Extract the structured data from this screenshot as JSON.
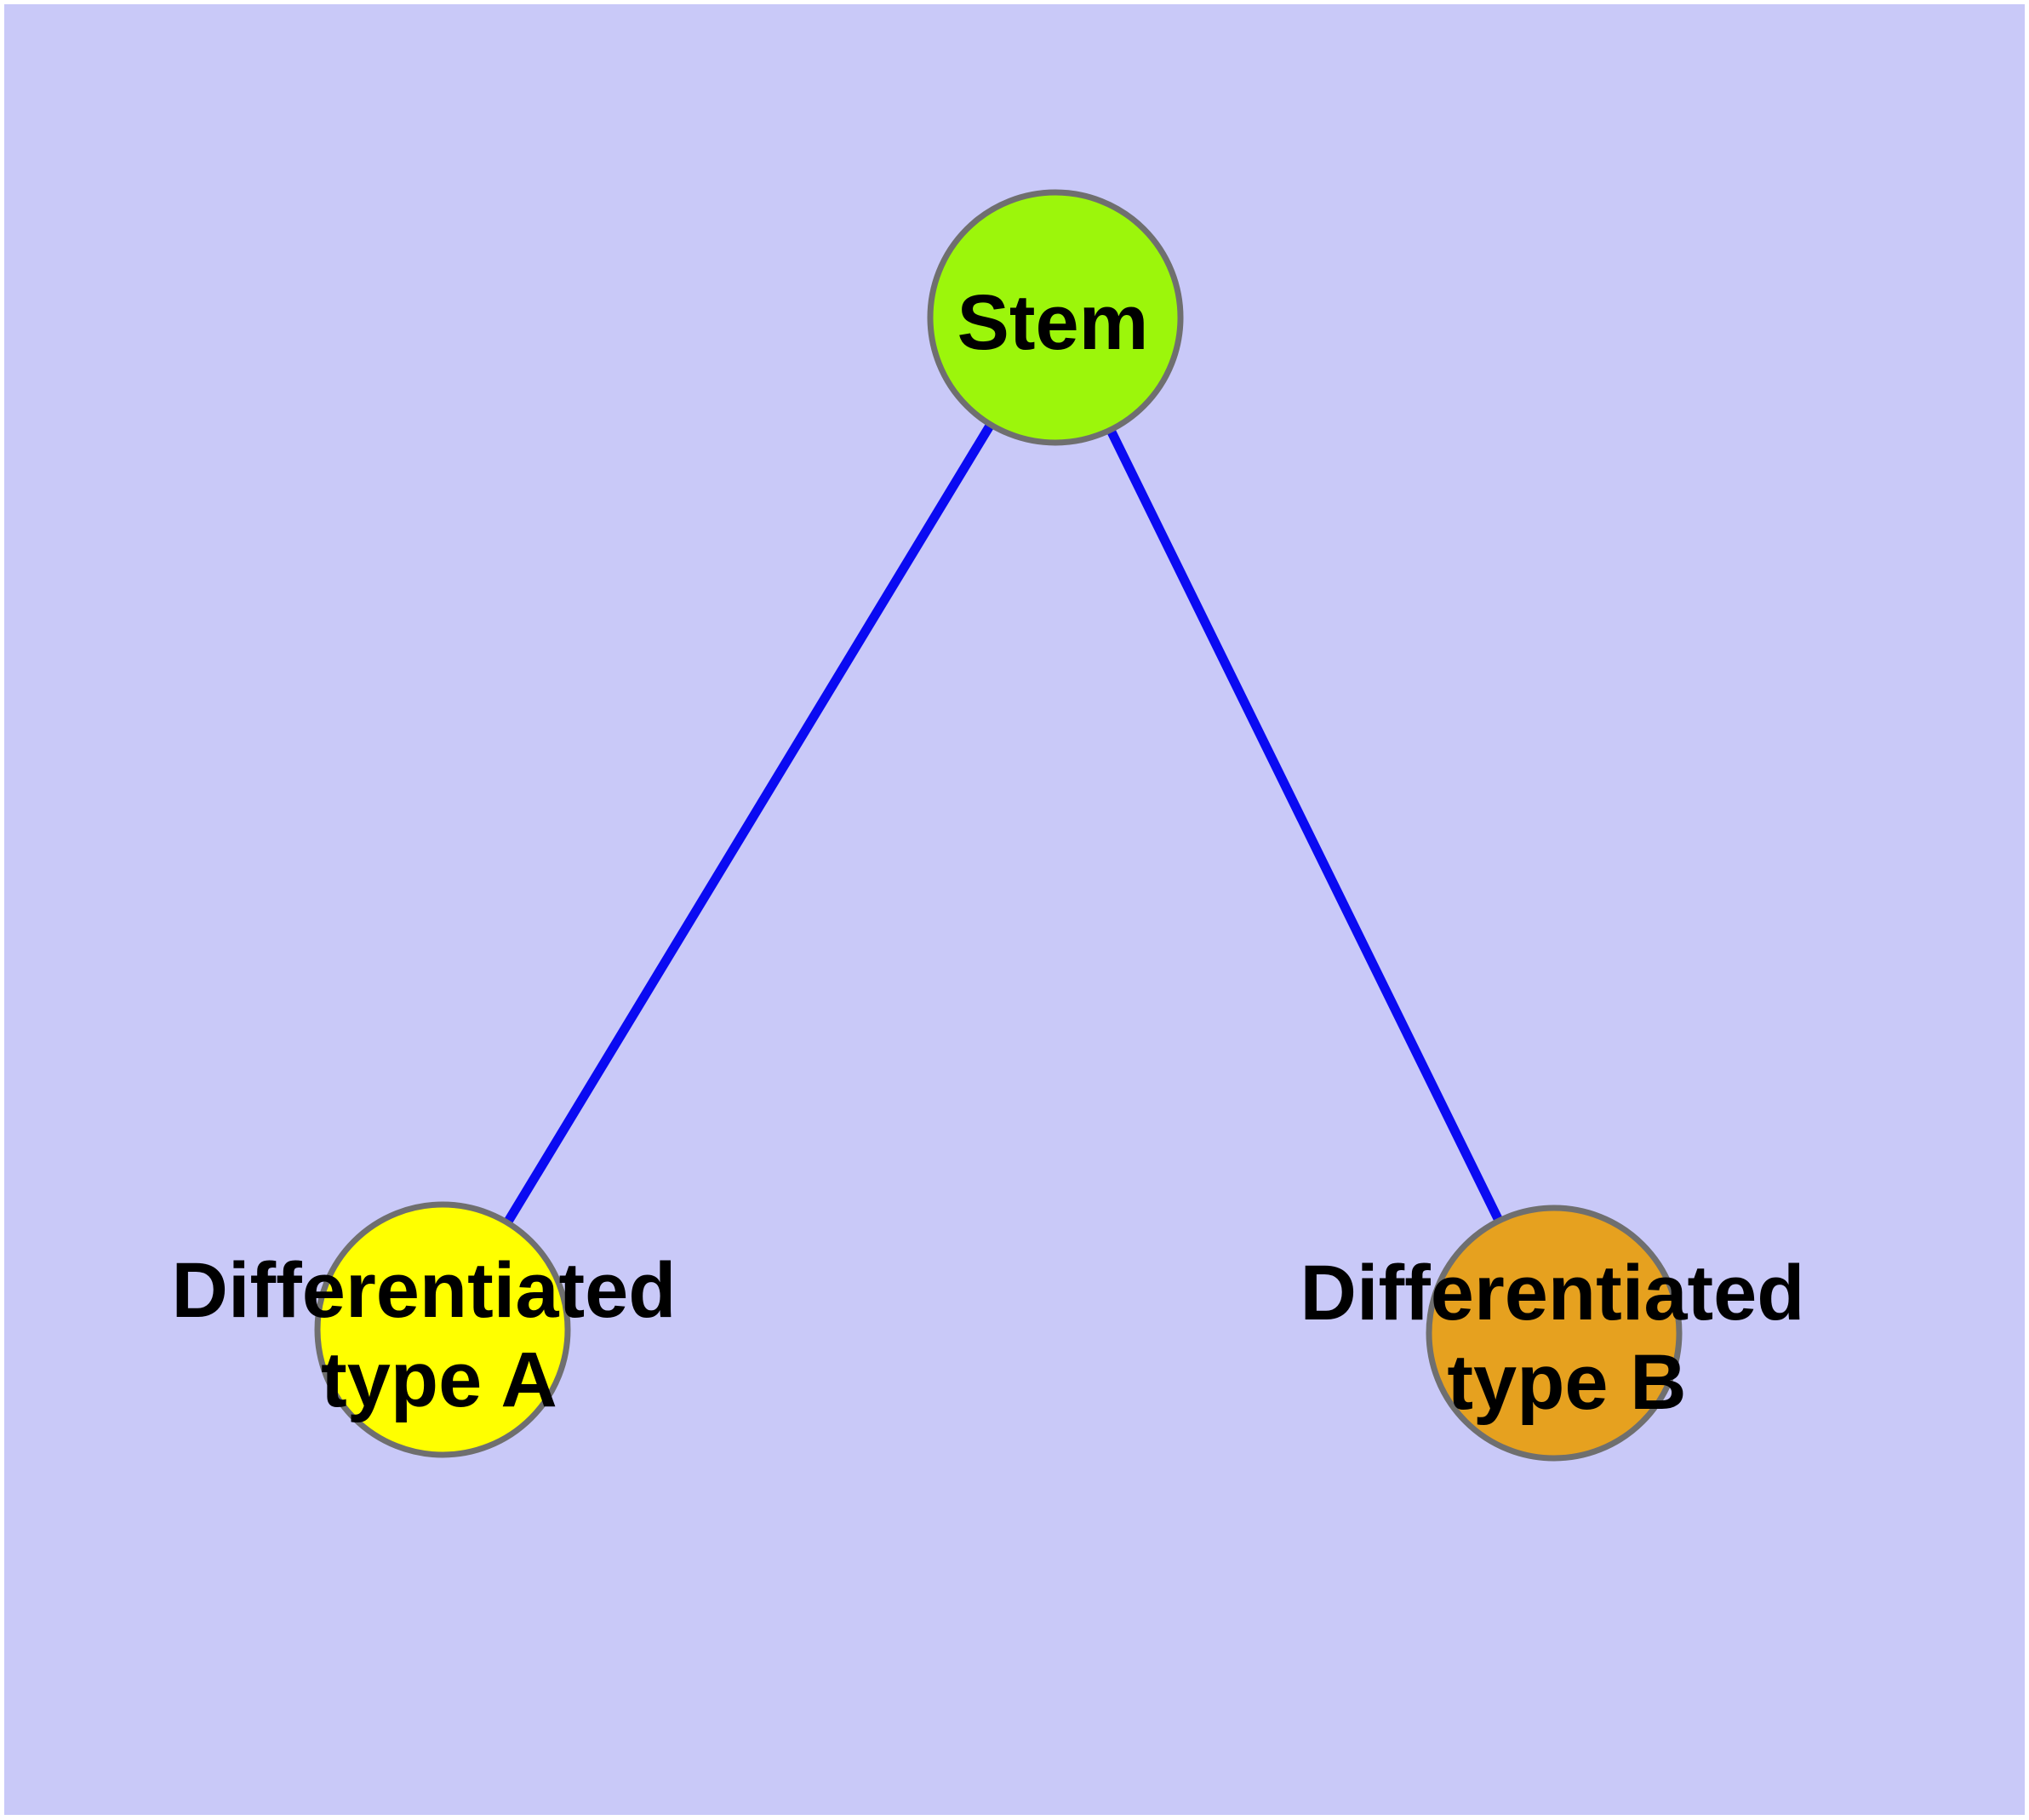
{
  "figure": {
    "type": "graph-diagram",
    "description": "Stem cell differentiation tree: one stem node linked to two differentiated cell type nodes",
    "background_color": "#c9c9f8",
    "margin_color": "#ffffff",
    "edge_color": "#0a0af2",
    "node_border_color": "#6f6f6f",
    "label_color": "#000000",
    "nodes": [
      {
        "id": "stem",
        "label": "Stem",
        "line1": "Stem",
        "line2": "",
        "fill": "#9cf60b"
      },
      {
        "id": "differentiated-type-a",
        "label": "Differentiated type A",
        "line1": "Differentiated",
        "line2": "type A",
        "fill": "#ffff00"
      },
      {
        "id": "differentiated-type-b",
        "label": "Differentiated type B",
        "line1": "Differentiated",
        "line2": "type B",
        "fill": "#e6a11f"
      }
    ],
    "edges": [
      {
        "from": "stem",
        "to": "differentiated-type-a"
      },
      {
        "from": "stem",
        "to": "differentiated-type-b"
      }
    ]
  }
}
